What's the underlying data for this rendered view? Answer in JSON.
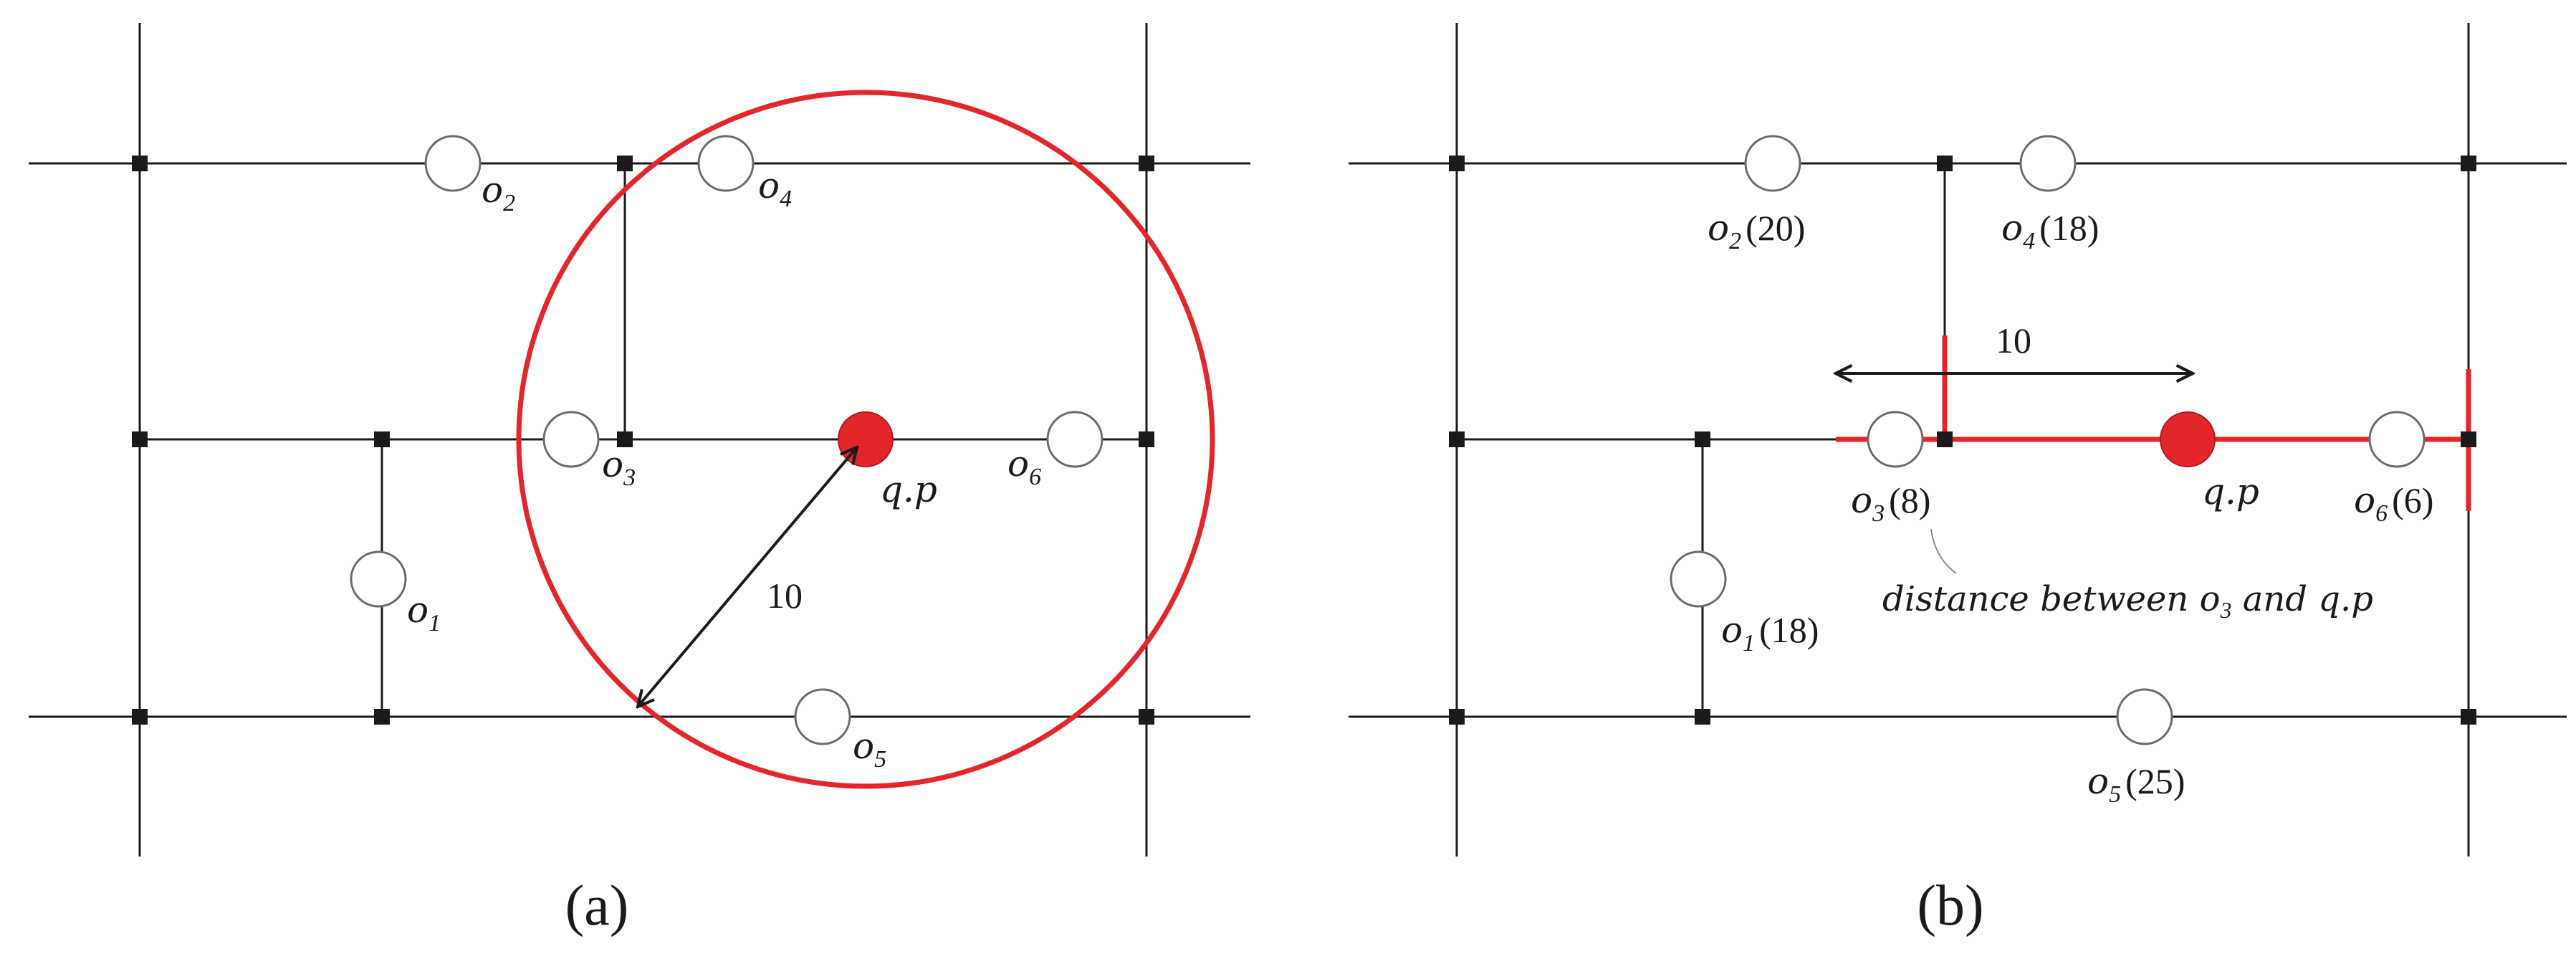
{
  "colors": {
    "line": "#1a1a1a",
    "accent": "#e3262b",
    "object_stroke": "#6a6a6a",
    "object_fill": "#ffffff"
  },
  "panel_a": {
    "caption": "(a)",
    "radius_label": "10",
    "query_label": {
      "base": "q",
      "dot": ".",
      "tail": "p"
    },
    "objects": {
      "o1": {
        "letter": "o",
        "sub": "1"
      },
      "o2": {
        "letter": "o",
        "sub": "2"
      },
      "o3": {
        "letter": "o",
        "sub": "3"
      },
      "o4": {
        "letter": "o",
        "sub": "4"
      },
      "o5": {
        "letter": "o",
        "sub": "5"
      },
      "o6": {
        "letter": "o",
        "sub": "6"
      }
    }
  },
  "panel_b": {
    "caption": "(b)",
    "range_label": "10",
    "query_label": {
      "base": "q",
      "dot": ".",
      "tail": "p"
    },
    "annotation": {
      "text": "distance between o",
      "sub": "3",
      "tail": " and q.p"
    },
    "objects": {
      "o1": {
        "letter": "o",
        "sub": "1",
        "value": "(18)"
      },
      "o2": {
        "letter": "o",
        "sub": "2",
        "value": "(20)"
      },
      "o3": {
        "letter": "o",
        "sub": "3",
        "value": "(8)"
      },
      "o4": {
        "letter": "o",
        "sub": "4",
        "value": "(18)"
      },
      "o5": {
        "letter": "o",
        "sub": "5",
        "value": "(25)"
      },
      "o6": {
        "letter": "o",
        "sub": "6",
        "value": "(6)"
      }
    }
  }
}
